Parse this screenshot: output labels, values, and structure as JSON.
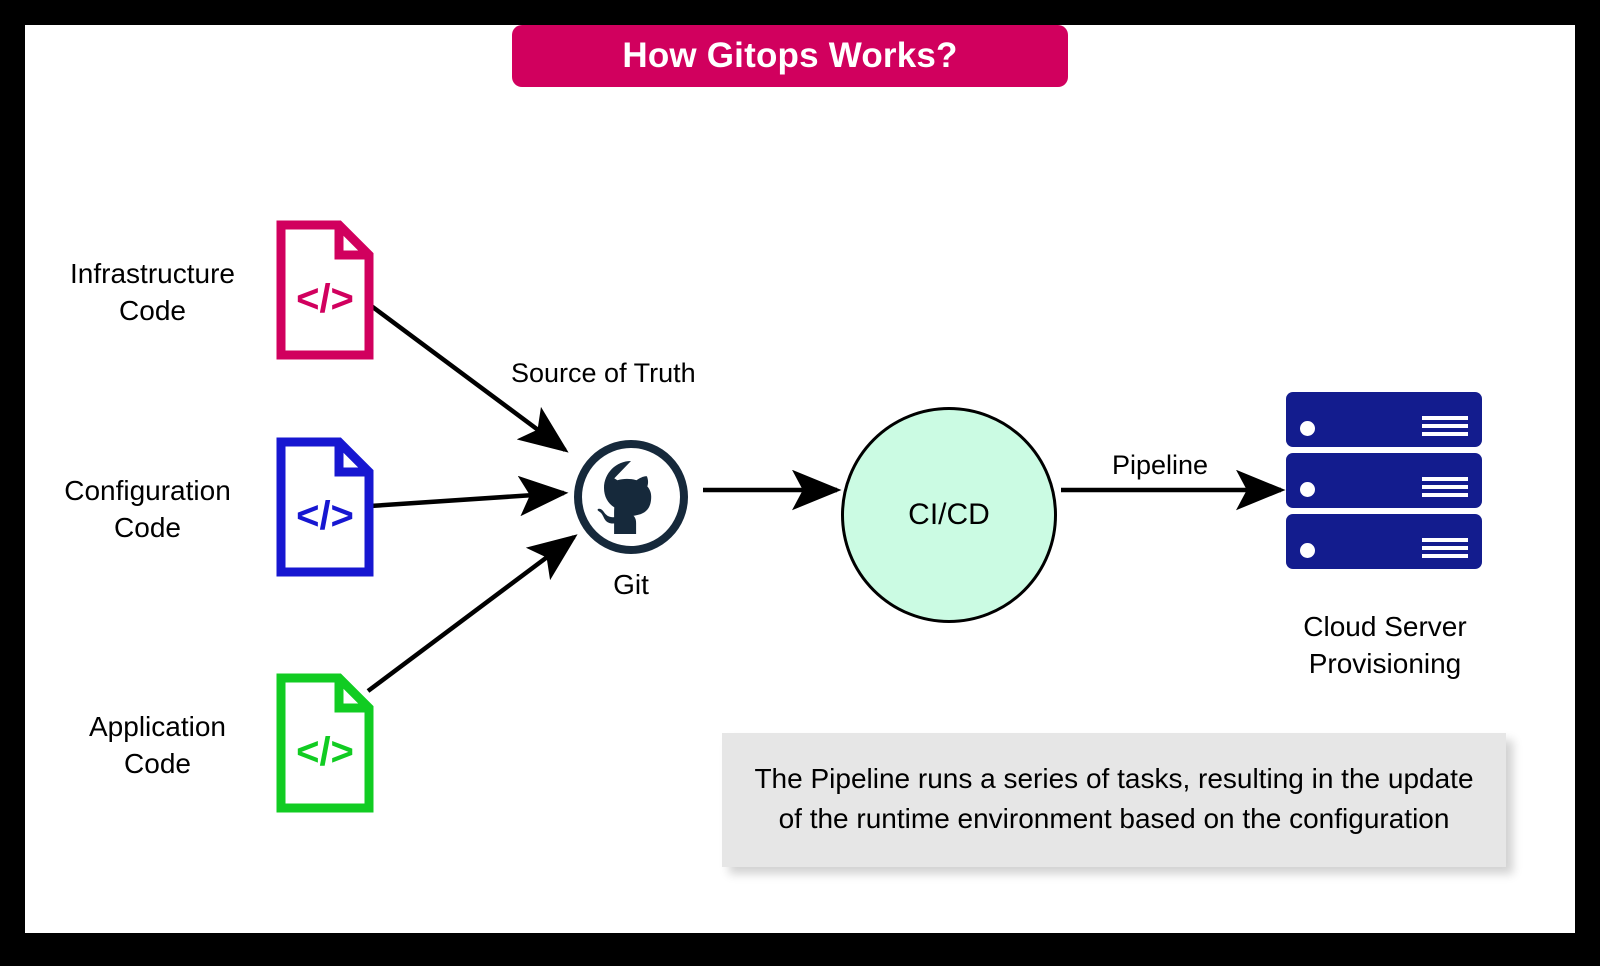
{
  "title": {
    "text": "How Gitops Works?",
    "background_color": "#d1005e",
    "text_color": "#ffffff"
  },
  "canvas": {
    "background_color": "#ffffff",
    "border_color": "#000000"
  },
  "sources": [
    {
      "id": "infrastructure",
      "label": "Infrastructure\nCode",
      "icon": "code-document-icon",
      "color": "#d1005e"
    },
    {
      "id": "configuration",
      "label": "Configuration\nCode",
      "icon": "code-document-icon",
      "color": "#1717d1"
    },
    {
      "id": "application",
      "label": "Application\nCode",
      "icon": "code-document-icon",
      "color": "#11cc22"
    }
  ],
  "git": {
    "label": "Git",
    "icon": "github-octocat-icon",
    "color": "#16293b"
  },
  "cicd": {
    "label": "CI/CD",
    "fill_color": "#cbfbe3",
    "border_color": "#000000"
  },
  "servers": {
    "label": "Cloud Server\nProvisioning",
    "icon": "server-rack-icon",
    "color": "#131c8e",
    "unit_count": 3
  },
  "edges": [
    {
      "id": "source-of-truth",
      "label": "Source of Truth",
      "from": "infrastructure",
      "to": "git"
    },
    {
      "id": "config-to-git",
      "label": "",
      "from": "configuration",
      "to": "git"
    },
    {
      "id": "app-to-git",
      "label": "",
      "from": "application",
      "to": "git"
    },
    {
      "id": "git-to-cicd",
      "label": "",
      "from": "git",
      "to": "cicd"
    },
    {
      "id": "pipeline",
      "label": "Pipeline",
      "from": "cicd",
      "to": "servers"
    }
  ],
  "caption": {
    "text": "The Pipeline runs a series of tasks, resulting in the update of the runtime environment based on the configuration",
    "background_color": "#e6e6e6"
  },
  "code_glyph": "</>"
}
